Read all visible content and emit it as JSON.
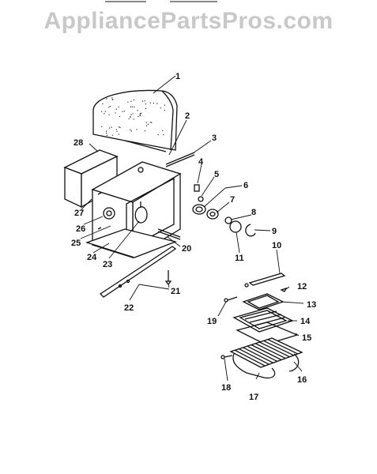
{
  "watermark": "AppliancePartsPros.com",
  "callouts": [
    "1",
    "2",
    "3",
    "4",
    "5",
    "6",
    "7",
    "8",
    "9",
    "10",
    "11",
    "12",
    "13",
    "14",
    "15",
    "16",
    "17",
    "18",
    "19",
    "20",
    "21",
    "22",
    "23",
    "24",
    "25",
    "26",
    "27",
    "28"
  ]
}
